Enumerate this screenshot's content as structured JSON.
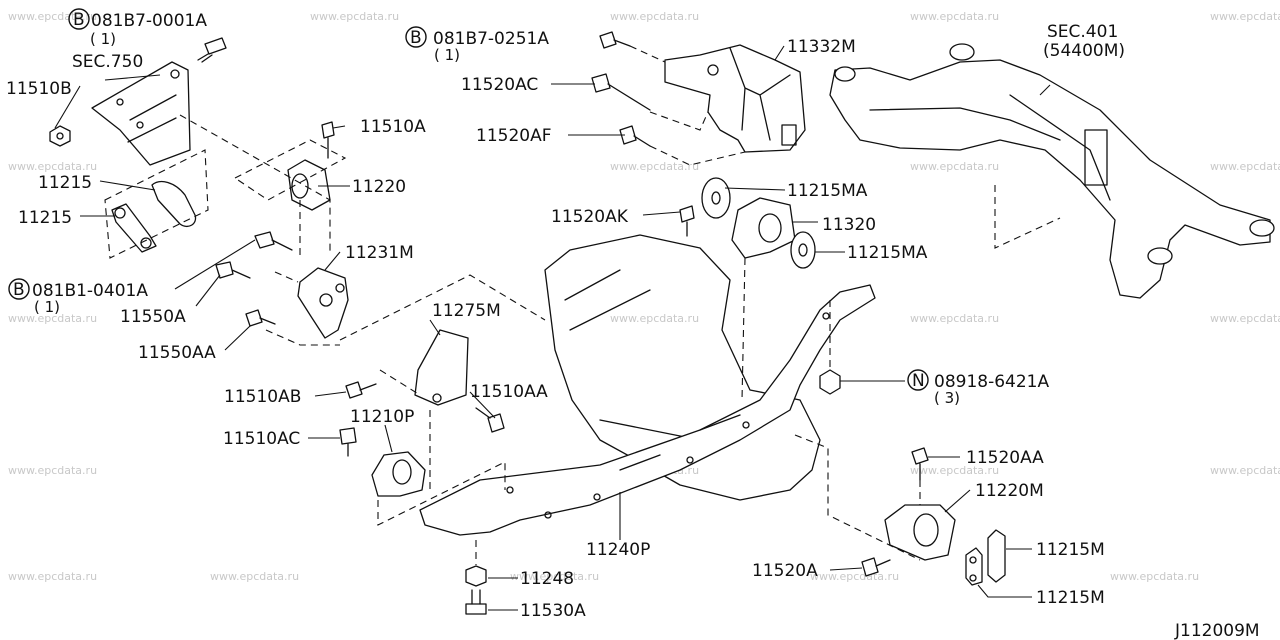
{
  "watermark": "www.epcdata.ru",
  "diagram_code": "J112009M",
  "callouts": {
    "b_bolt_1": {
      "prefix": "B",
      "part": "081B7-0001A",
      "qty": "( 1)"
    },
    "b_bolt_2": {
      "prefix": "B",
      "part": "081B7-0251A",
      "qty": "( 1)"
    },
    "b_bolt_3": {
      "prefix": "B",
      "part": "081B1-0401A",
      "qty": "( 1)"
    },
    "n_nut": {
      "prefix": "N",
      "part": "08918-6421A",
      "qty": "( 3)"
    }
  },
  "section_refs": {
    "sec750": "SEC.750",
    "sec401": "SEC.401",
    "sec401_sub": "(54400M)"
  },
  "labels": {
    "p11510B": "11510B",
    "p11215_a": "11215",
    "p11215_b": "11215",
    "p11510A": "11510A",
    "p11220": "11220",
    "p11231M": "11231M",
    "p11550A": "11550A",
    "p11550AA": "11550AA",
    "p11520AC": "11520AC",
    "p11520AF": "11520AF",
    "p11332M": "11332M",
    "p11215MA_a": "11215MA",
    "p11520AK": "11520AK",
    "p11320": "11320",
    "p11215MA_b": "11215MA",
    "p11275M": "11275M",
    "p11510AB": "11510AB",
    "p11510AA": "11510AA",
    "p11210P": "11210P",
    "p11510AC": "11510AC",
    "p11240P": "11240P",
    "p11248": "11248",
    "p11530A": "11530A",
    "p11520AA": "11520AA",
    "p11220M": "11220M",
    "p11520A": "11520A",
    "p11215M_a": "11215M",
    "p11215M_b": "11215M"
  }
}
